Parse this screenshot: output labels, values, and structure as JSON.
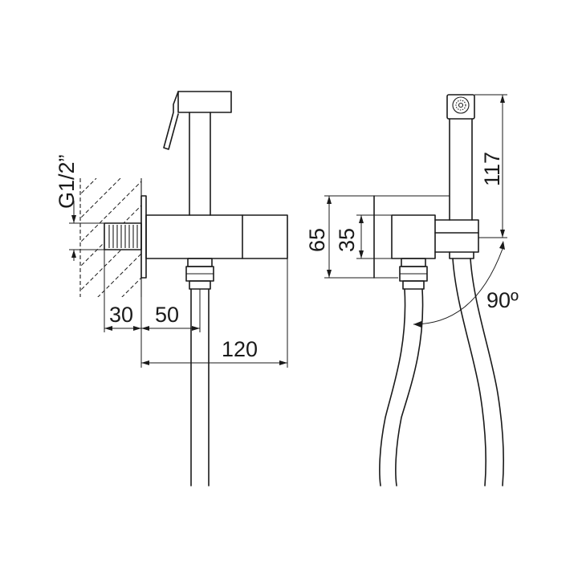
{
  "diagram": {
    "dimensions": {
      "thread": "G1/2”",
      "wall_depth": "30",
      "outlet_offset": "50",
      "body_length": "120",
      "bracket_height": "65",
      "body_height": "35",
      "handset_height": "117",
      "swivel_angle": "90º"
    }
  }
}
